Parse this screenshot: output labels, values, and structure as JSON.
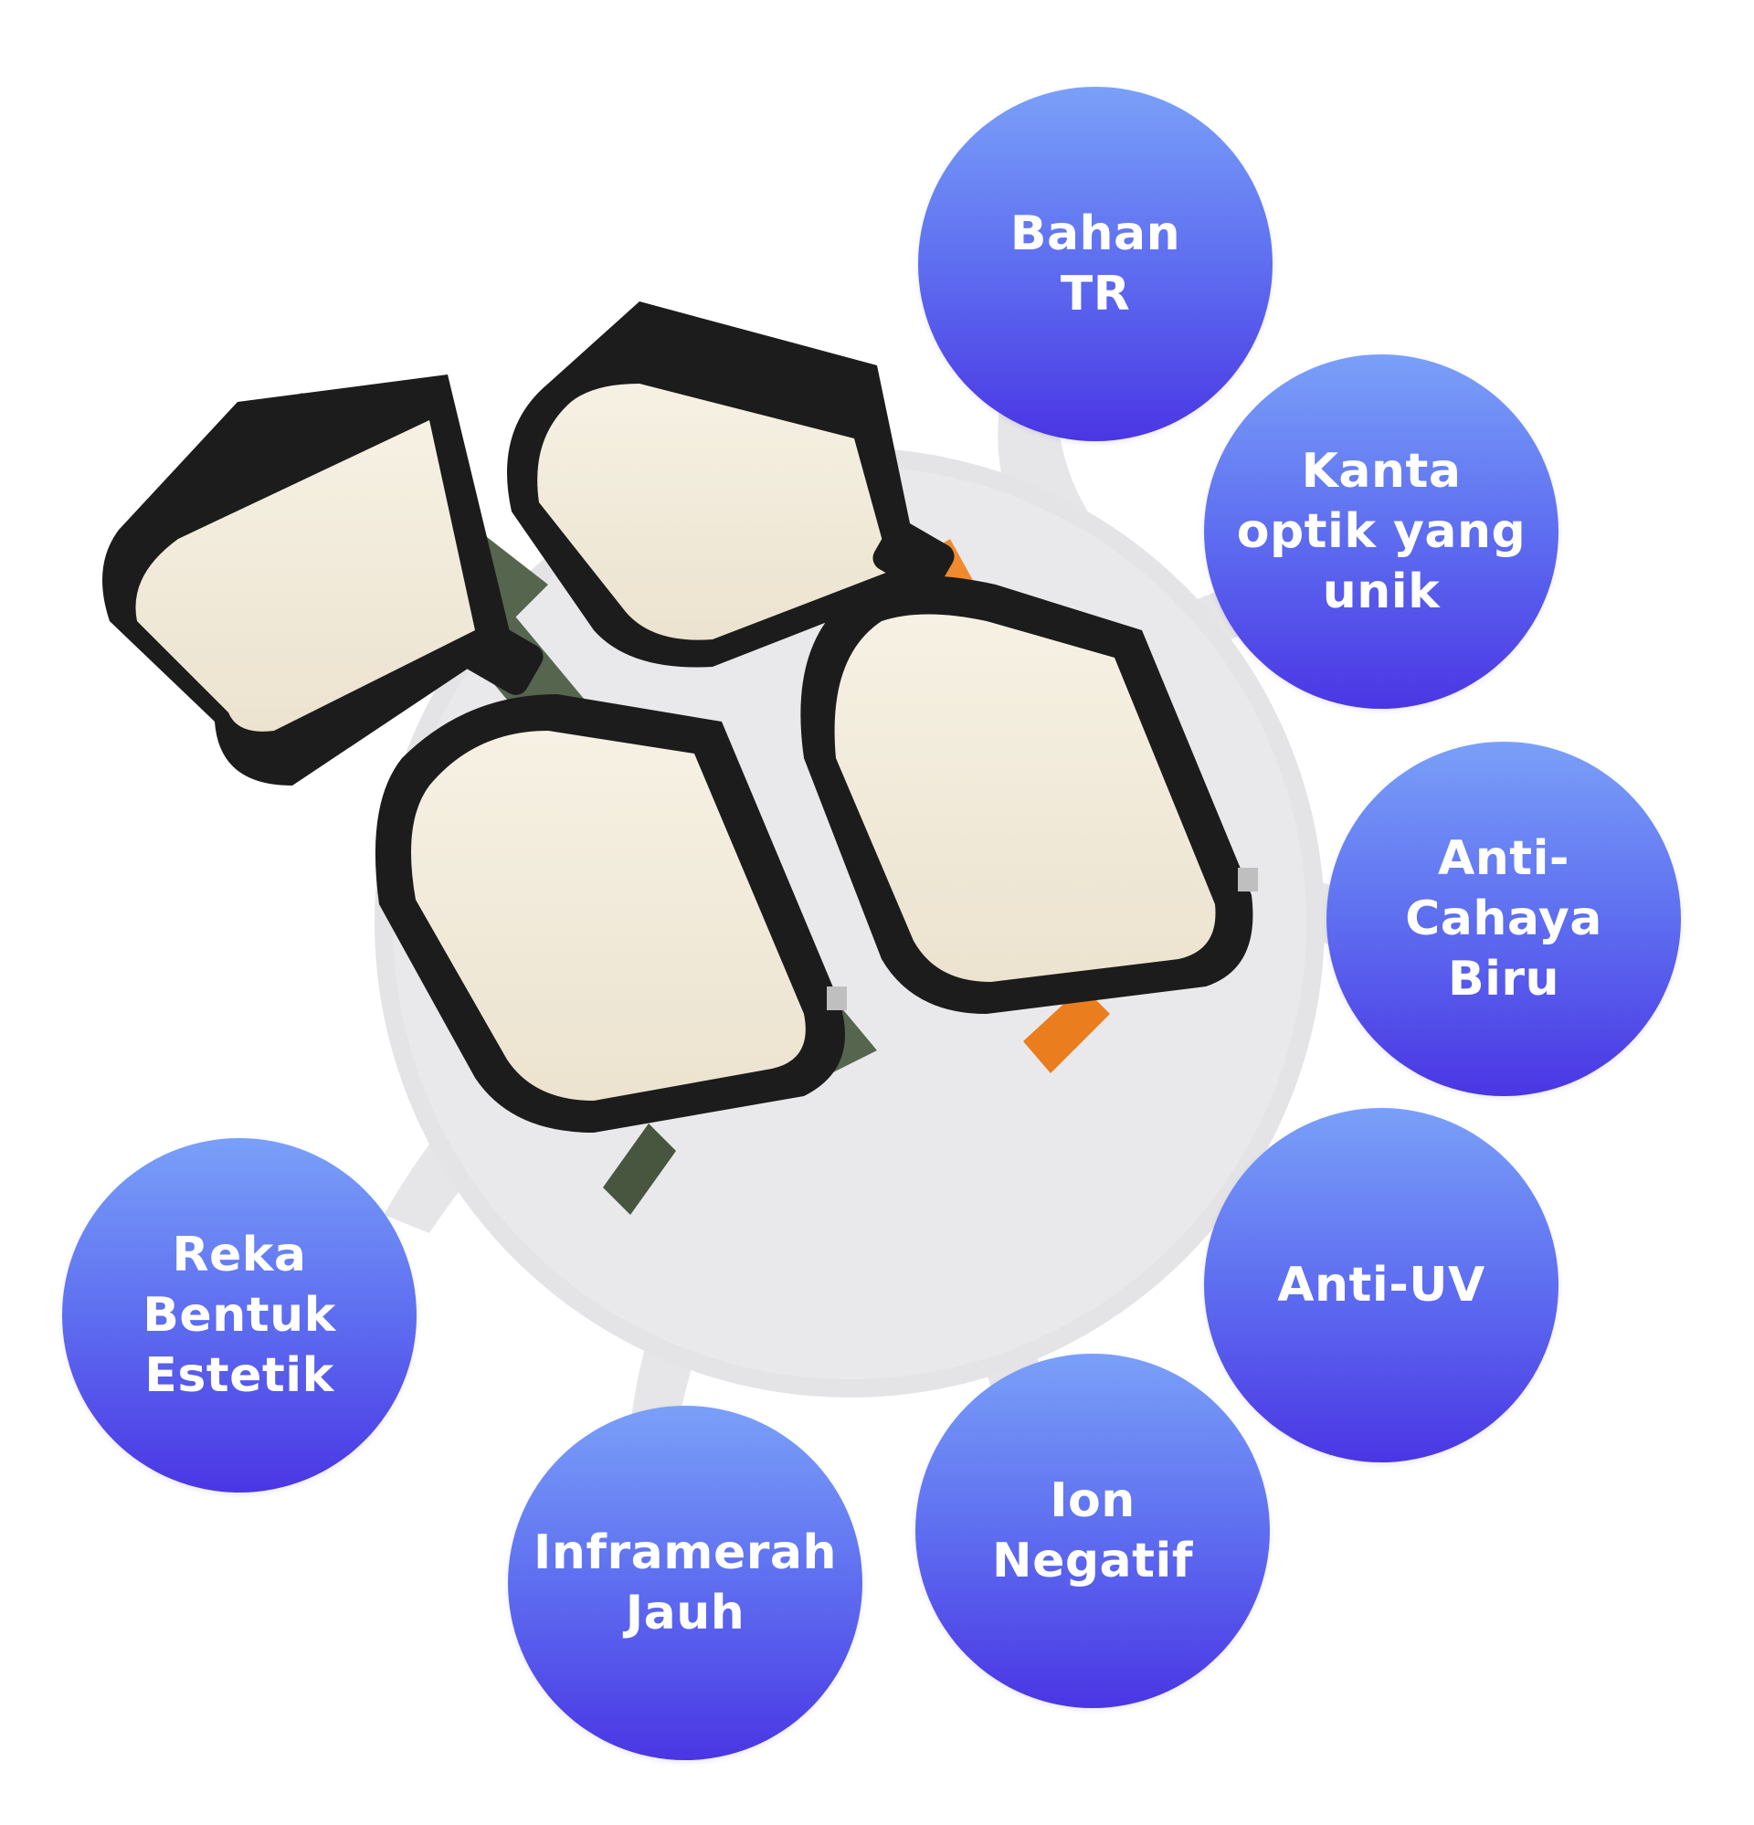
{
  "colors": {
    "bubble_top": "#7aa0f8",
    "bubble_bottom": "#4a36e4",
    "bubble_text": "#ffffff",
    "hub_gray": "#e4e4e6",
    "frame_black": "#1c1c1c",
    "temple_green": "#56654e",
    "temple_orange": "#ef8a2e",
    "lens_tint": "#f3ecdc"
  },
  "product_image": {
    "subject": "two square glasses frames, black with green temples and black with orange temples"
  },
  "features": [
    {
      "id": "bahan-tr",
      "label": "Bahan\nTR"
    },
    {
      "id": "kanta-optik",
      "label": "Kanta\noptik yang\nunik"
    },
    {
      "id": "anti-cahaya-biru",
      "label": "Anti-\nCahaya\nBiru"
    },
    {
      "id": "anti-uv",
      "label": "Anti-UV"
    },
    {
      "id": "ion-negatif",
      "label": "Ion\nNegatif"
    },
    {
      "id": "inframerah-jauh",
      "label": "Inframerah\nJauh"
    },
    {
      "id": "reka-bentuk-estetik",
      "label": "Reka\nBentuk\nEstetik"
    }
  ]
}
